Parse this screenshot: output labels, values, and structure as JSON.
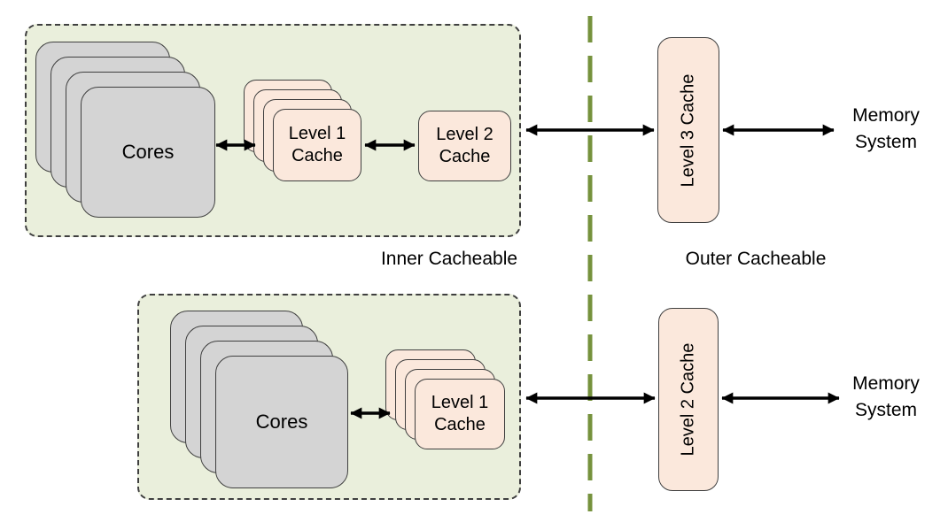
{
  "top_row": {
    "cores_label": "Cores",
    "l1_line1": "Level 1",
    "l1_line2": "Cache",
    "l2_line1": "Level 2",
    "l2_line2": "Cache",
    "l3_label": "Level 3 Cache",
    "memory_line1": "Memory",
    "memory_line2": "System"
  },
  "bottom_row": {
    "cores_label": "Cores",
    "l1_line1": "Level 1",
    "l1_line2": "Cache",
    "l2_label": "Level 2 Cache",
    "memory_line1": "Memory",
    "memory_line2": "System"
  },
  "region_labels": {
    "inner": "Inner Cacheable",
    "outer": "Outer Cacheable"
  },
  "colors": {
    "region_fill": "#EAEFDC",
    "region_border": "#3F3F3F",
    "core_fill": "#D4D4D4",
    "cache_fill": "#FBE8DC",
    "box_border": "#3F3F3F",
    "divider_green": "#76923D",
    "arrow_black": "#000000"
  }
}
